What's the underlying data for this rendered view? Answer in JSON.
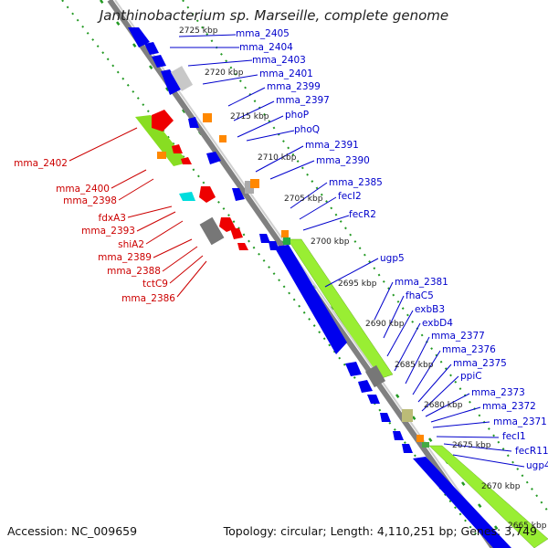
{
  "header": {
    "title": "Janthinobacterium sp. Marseille, complete genome"
  },
  "footer": {
    "accession": "Accession: NC_009659",
    "summary": "Topology: circular; Length: 4,110,251 bp; Genes: 3,749"
  },
  "colors": {
    "forward_gene": "#0000ee",
    "reverse_gene": "#ee0000",
    "forward_label": "#0000cc",
    "reverse_label": "#cc0000",
    "backbone": "#888888",
    "gc_track": "#88dd22",
    "tick_dots": "#229922"
  },
  "scale_ticks": [
    "2725 kbp",
    "2720 kbp",
    "2715 kbp",
    "2710 kbp",
    "2705 kbp",
    "2700 kbp",
    "2695 kbp",
    "2690 kbp",
    "2685 kbp",
    "2680 kbp",
    "2675 kbp",
    "2670 kbp",
    "2665 kbp"
  ],
  "forward_labels": [
    "mma_2405",
    "mma_2404",
    "mma_2403",
    "mma_2401",
    "mma_2399",
    "mma_2397",
    "phoP",
    "phoQ",
    "mma_2391",
    "mma_2390",
    "mma_2385",
    "fecI2",
    "fecR2",
    "ugp5",
    "mma_2381",
    "fhaC5",
    "exbB3",
    "exbD4",
    "mma_2377",
    "mma_2376",
    "mma_2375",
    "ppiC",
    "mma_2373",
    "mma_2372",
    "mma_2371",
    "fecI1",
    "fecR11",
    "ugp4"
  ],
  "reverse_labels": [
    "mma_2402",
    "mma_2400",
    "mma_2398",
    "fdxA3",
    "mma_2393",
    "shiA2",
    "mma_2389",
    "mma_2388",
    "tctC9",
    "mma_2386"
  ]
}
